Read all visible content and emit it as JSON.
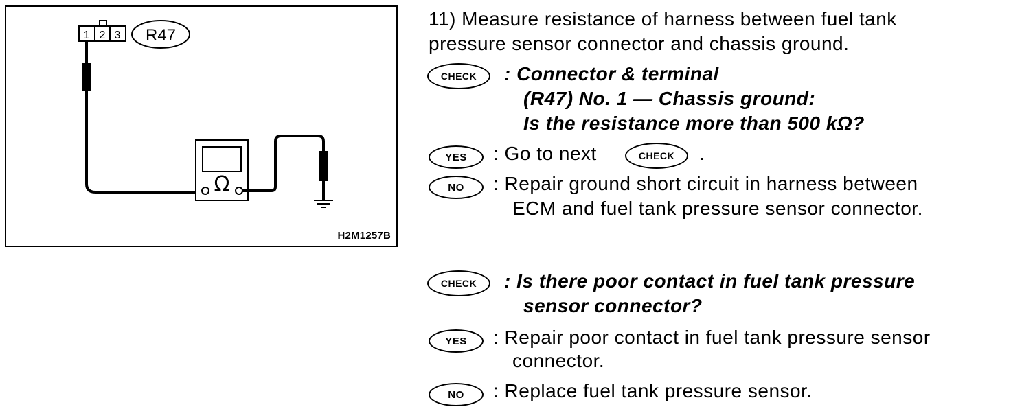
{
  "figure": {
    "connector_pins": [
      "1",
      "2",
      "3"
    ],
    "connector_id": "R47",
    "meter_symbol": "Ω",
    "figure_code": "H2M1257B"
  },
  "step": {
    "text_line1": "11) Measure resistance of harness between fuel tank",
    "text_line2": "pressure sensor connector and chassis ground."
  },
  "check1": {
    "badge": "CHECK",
    "line1": ": Connector & terminal",
    "line2": "(R47) No. 1 — Chassis ground:",
    "line3": "Is the resistance more than 500 kΩ?",
    "yes_badge": "YES",
    "yes_prefix": ": Go to next",
    "yes_inline_badge": "CHECK",
    "yes_suffix": ".",
    "no_badge": "NO",
    "no_line1": ": Repair ground short circuit in harness between",
    "no_line2": "ECM and fuel tank pressure sensor connector."
  },
  "check2": {
    "badge": "CHECK",
    "line1": ": Is there poor contact in fuel tank pressure",
    "line2": "sensor connector?",
    "yes_badge": "YES",
    "yes_line1": ": Repair poor contact in fuel tank pressure sensor",
    "yes_line2": "connector.",
    "no_badge": "NO",
    "no_line1": ": Replace fuel tank pressure sensor."
  }
}
